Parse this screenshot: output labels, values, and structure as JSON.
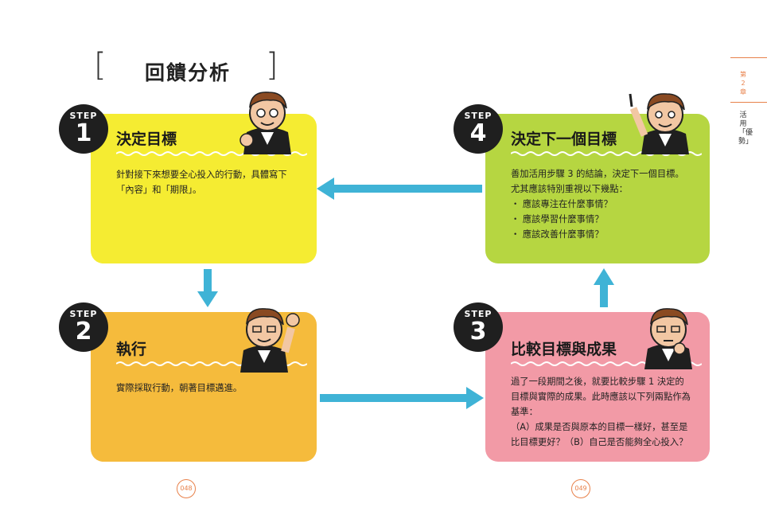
{
  "page_title": "回饋分析",
  "bracket_open": "[",
  "bracket_close": "]",
  "steps": [
    {
      "label": "STEP",
      "number": "1",
      "title": "決定目標",
      "lines": [
        "針對接下來想要全心投入的行動，具體寫下",
        "「內容」和「期限」。"
      ]
    },
    {
      "label": "STEP",
      "number": "2",
      "title": "執行",
      "lines": [
        "實際採取行動，朝著目標邁進。"
      ]
    },
    {
      "label": "STEP",
      "number": "3",
      "title": "比較目標與成果",
      "lines": [
        "過了一段期間之後，就要比較步驟 1 決定的",
        "目標與實際的成果。此時應該以下列兩點作為",
        "基準：",
        "（A）成果是否與原本的目標一樣好，甚至是",
        "比目標更好？（B）自己是否能夠全心投入？"
      ]
    },
    {
      "label": "STEP",
      "number": "4",
      "title": "決定下一個目標",
      "lines": [
        "善加活用步驟 3 的結論，決定下一個目標。",
        "尤其應該特別重視以下幾點：",
        "・ 應該專注在什麼事情？",
        "・ 應該學習什麼事情？",
        "・ 應該改善什麼事情？"
      ]
    }
  ],
  "chapter": {
    "line1": "第",
    "line2": "2",
    "line3": "章"
  },
  "chapter_title": "活用「優勢」",
  "page_numbers": {
    "left": "048",
    "right": "049"
  },
  "colors": {
    "step1": "#f5ec32",
    "step2": "#f5bb3c",
    "step3": "#f29aa6",
    "step4": "#b6d641",
    "arrow": "#3fb3d6",
    "accent": "#e8814a",
    "badge": "#1f1f1f"
  }
}
